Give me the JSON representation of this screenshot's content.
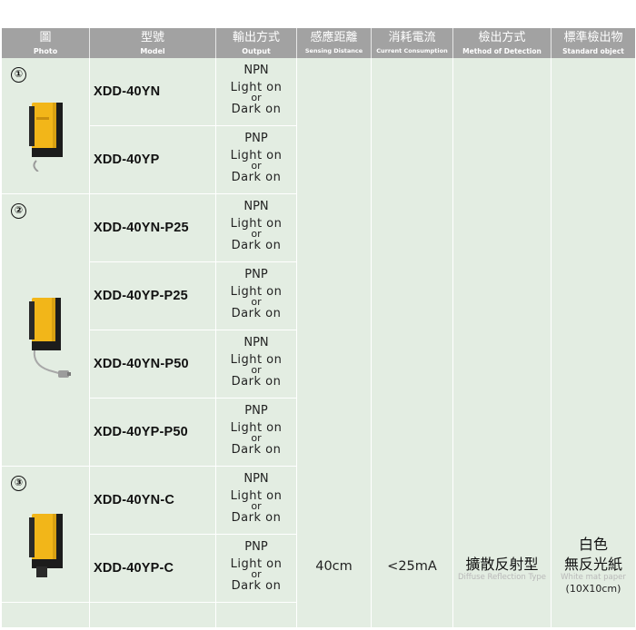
{
  "headers": [
    {
      "zh": "圖",
      "en": "Photo"
    },
    {
      "zh": "型號",
      "en": "Model"
    },
    {
      "zh": "輸出方式",
      "en": "Output"
    },
    {
      "zh": "感應距離",
      "en": "Sensing Distance"
    },
    {
      "zh": "消耗電流",
      "en": "Current Consumption"
    },
    {
      "zh": "檢出方式",
      "en": "Method of Detection"
    },
    {
      "zh": "標準檢出物",
      "en": "Standard object"
    }
  ],
  "groups": [
    {
      "number": "①"
    },
    {
      "number": "②"
    },
    {
      "number": "③"
    }
  ],
  "rows": [
    {
      "model": "XDD-40YN",
      "output": {
        "type": "NPN",
        "light": "Light on",
        "or": "or",
        "dark": "Dark on"
      }
    },
    {
      "model": "XDD-40YP",
      "output": {
        "type": "PNP",
        "light": "Light on",
        "or": "or",
        "dark": "Dark on"
      }
    },
    {
      "model": "XDD-40YN-P25",
      "output": {
        "type": "NPN",
        "light": "Light on",
        "or": "or",
        "dark": "Dark on"
      }
    },
    {
      "model": "XDD-40YP-P25",
      "output": {
        "type": "PNP",
        "light": "Light on",
        "or": "or",
        "dark": "Dark on"
      }
    },
    {
      "model": "XDD-40YN-P50",
      "output": {
        "type": "NPN",
        "light": "Light on",
        "or": "or",
        "dark": "Dark on"
      }
    },
    {
      "model": "XDD-40YP-P50",
      "output": {
        "type": "PNP",
        "light": "Light on",
        "or": "or",
        "dark": "Dark on"
      }
    },
    {
      "model": "XDD-40YN-C",
      "output": {
        "type": "NPN",
        "light": "Light on",
        "or": "or",
        "dark": "Dark on"
      }
    },
    {
      "model": "XDD-40YP-C",
      "output": {
        "type": "PNP",
        "light": "Light on",
        "or": "or",
        "dark": "Dark on"
      }
    }
  ],
  "shared": {
    "sensing_distance": "40cm",
    "current": "<25mA",
    "method_zh": "擴散反射型",
    "method_en": "Diffuse Reflection Type",
    "std_zh1": "白色",
    "std_zh2": "無反光紙",
    "std_en": "White mat paper",
    "std_size": "(10X10cm)"
  },
  "colors": {
    "header_bg": "#a2a2a2",
    "cell_bg": "#e3ede2",
    "sensor_yellow": "#f2b619",
    "sensor_dark": "#1c1c1c"
  }
}
